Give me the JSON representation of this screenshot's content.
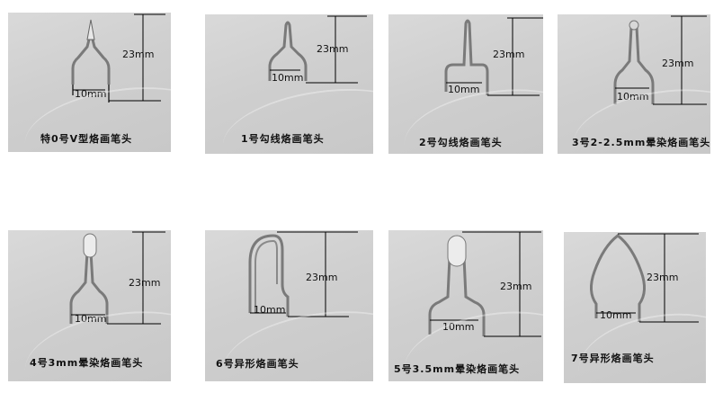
{
  "dimension_height": "23mm",
  "dimension_width": "10mm",
  "tips": [
    {
      "caption": "特0号V型烙画笔头"
    },
    {
      "caption": "1号勾线烙画笔头"
    },
    {
      "caption": "2号勾线烙画笔头"
    },
    {
      "caption": "3号2-2.5mm晕染烙画笔头"
    },
    {
      "caption": "4号3mm晕染烙画笔头"
    },
    {
      "caption": "6号异形烙画笔头"
    },
    {
      "caption": "5号3.5mm晕染烙画笔头"
    },
    {
      "caption": "7号异形烙画笔头"
    }
  ]
}
